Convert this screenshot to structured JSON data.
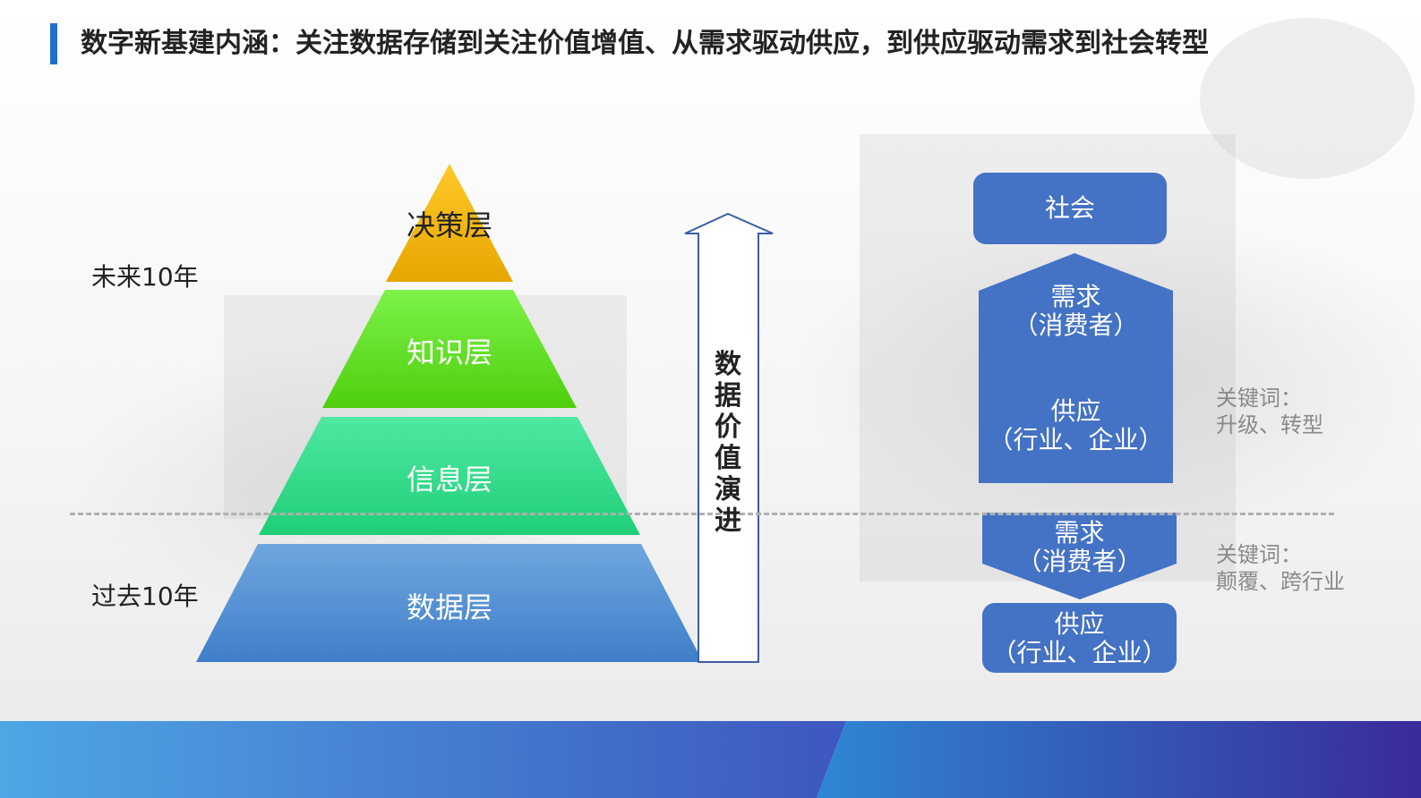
{
  "title": "数字新基建内涵：关注数据存储到关注价值增值、从需求驱动供应，到供应驱动需求到社会转型",
  "left": {
    "future_label": "未来10年",
    "past_label": "过去10年",
    "pyramid": {
      "layers": [
        {
          "label": "决策层",
          "color_top": "#ffc928",
          "color_bottom": "#e6a600"
        },
        {
          "label": "知识层",
          "color_top": "#7df24a",
          "color_bottom": "#4fcf0c"
        },
        {
          "label": "信息层",
          "color_top": "#4fe8a2",
          "color_bottom": "#1fcf78"
        },
        {
          "label": "数据层",
          "color_top": "#6fa6df",
          "color_bottom": "#3f7fc9"
        }
      ]
    },
    "arrow_text": "数据价值演进"
  },
  "right": {
    "society": "社会",
    "upper_demand_line1": "需求",
    "upper_demand_line2": "（消费者）",
    "upper_supply_line1": "供应",
    "upper_supply_line2": "（行业、企业）",
    "upper_keywords_line1": "关键词：",
    "upper_keywords_line2": "升级、转型",
    "lower_demand_line1": "需求",
    "lower_demand_line2": "（消费者）",
    "lower_supply_line1": "供应",
    "lower_supply_line2": "（行业、企业）",
    "lower_keywords_line1": "关键词：",
    "lower_keywords_line2": "颠覆、跨行业"
  },
  "colors": {
    "accent": "#1f6fd1",
    "box_blue": "#4472c4",
    "footer_left": "#4ea6e3",
    "footer_right": "#3a2b9a"
  }
}
